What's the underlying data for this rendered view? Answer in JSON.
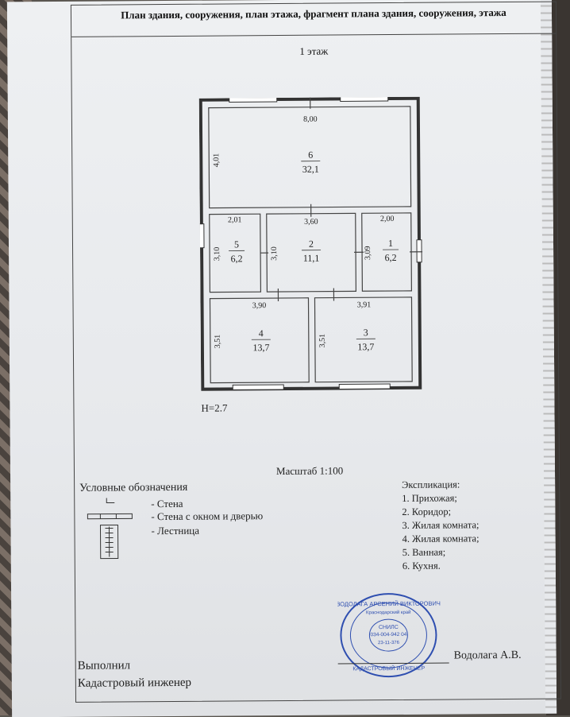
{
  "header": {
    "title": "План здания, сооружения, план этажа, фрагмент плана здания, сооружения, этажа",
    "floor": "1 этаж"
  },
  "plan": {
    "rooms": [
      {
        "num": "6",
        "area": "32,1"
      },
      {
        "num": "5",
        "area": "6,2"
      },
      {
        "num": "2",
        "area": "11,1"
      },
      {
        "num": "1",
        "area": "6,2"
      },
      {
        "num": "4",
        "area": "13,7"
      },
      {
        "num": "3",
        "area": "13,7"
      }
    ],
    "dims": {
      "top_width": "8,00",
      "room6_height": "4,01",
      "room5_width": "2,01",
      "room5_height": "3,10",
      "room2_width": "3,60",
      "room2_height": "3,10",
      "room1_width": "2,00",
      "room1_height": "3,09",
      "room4_width": "3,90",
      "room4_height": "3,51",
      "room3_width": "3,91",
      "room3_height": "3,51"
    },
    "height": "H=2.7",
    "scale": "Масштаб 1:100"
  },
  "legend": {
    "title": "Условные обозначения",
    "items": [
      "- Стена",
      "- Стена с окном и дверью",
      "- Лестница"
    ]
  },
  "explication": {
    "title": "Экспликация:",
    "items": [
      "1. Прихожая;",
      "2. Коридор;",
      "3. Жилая комната;",
      "4. Жилая комната;",
      "5. Ванная;",
      "6. Кухня."
    ]
  },
  "signature": {
    "performed": "Выполнил",
    "role": "Кадастровый инженер",
    "name": "Водолага А.В."
  },
  "stamp": {
    "ring_text": "ВОДОЛАГА АРСЕНИЙ ВИКТОРОВИЧ",
    "region": "Краснодарский край",
    "snils_label": "СНИЛС",
    "snils": "034-004-942 04",
    "cert": "23-11-376",
    "bottom": "КАДАСТРОВЫЙ ИНЖЕНЕР"
  }
}
